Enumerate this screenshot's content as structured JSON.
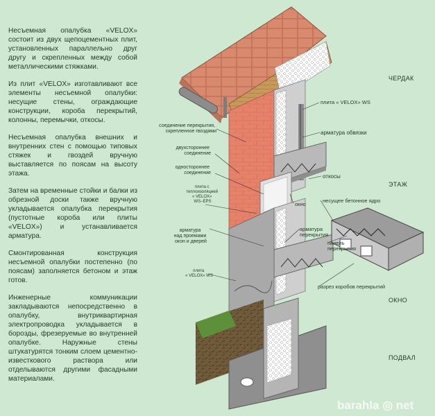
{
  "paragraphs": [
    "Несъемная опалубка «VELOX» состоит из двух щепоцементных плит, установленных параллельно друг другу и скрепленных между собой металлическими стяжками.",
    "Из плит «VELOX» изготавливают все элементы несъемной опалубки: несущие стены, ограждающие конструкции, короба перекрытий, колонны, перемычки, откосы.",
    "Несъемная опалубка внешних и внутренних стен с помощью типовых стяжек и гвоздей вручную выставляется по поясам на высоту этажа.",
    "Затем на временные стойки и балки из обрезной доски также вручную укладывается опалубка перекрытия (пустотные короба или плиты «VELOX») и устанавливается арматура.",
    "Смонтированная конструкция несъемной опалубки постепенно (по поясам) заполняется бетоном и этаж готов.",
    "Инженерные коммуникации закладываются непосредственно в опалубку, внутриквартирная электропроводка укладывается в борозды, фрезеруемые во внутренней опалубке. Наружные стены штукатурятся тонким слоем цементно-известкового раствора или отделываются другими фасадными материалами."
  ],
  "sections": {
    "attic": "ЧЕРДАК",
    "floor": "ЭТАЖ",
    "window": "ОКНО",
    "basement": "ПОДВАЛ"
  },
  "labels": {
    "joint_nailed": [
      "соединение перекрытия,",
      "скрепленное гвоздями"
    ],
    "two_sided": [
      "двухстороннее",
      "соединение"
    ],
    "one_sided": [
      "одностороннее",
      "соединение"
    ],
    "eps_plate": [
      "плита с",
      "теплоизоляцией",
      "« VELOX»",
      "WS–EPS"
    ],
    "rebar_openings": [
      "арматура",
      "над проемами",
      "окон и дверей"
    ],
    "ws_plate_lower": [
      "плита",
      "« VELOX» WS"
    ],
    "ws_plate_top": "плита « VELOX» WS",
    "rebar_tie": "арматура обвязки",
    "slopes": "откосы",
    "window": "окно",
    "core": "несущее бетонное ядро",
    "rebar_floor": [
      "арматура",
      "перекрытия"
    ],
    "floor_panel": [
      "панель",
      "перекрытия"
    ],
    "cross_section": "разрез коробов перекрытий"
  },
  "watermark": "barahla ◎ net"
}
